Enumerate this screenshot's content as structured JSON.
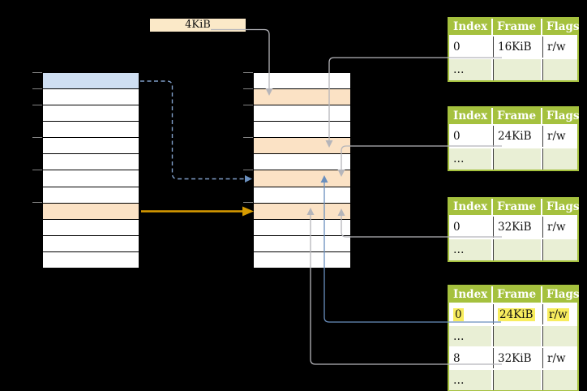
{
  "label": {
    "text": "4KiB"
  },
  "virtual_memory": {
    "rows": 12,
    "selected_page_row": 0,
    "mapped_page_row": 8,
    "tick_rows": [
      0,
      1,
      2,
      4,
      6,
      8
    ]
  },
  "physical_memory": {
    "rows": 12,
    "used_frame_rows": [
      1,
      4,
      6,
      8
    ],
    "tick_rows": [
      0,
      1,
      2,
      4,
      6,
      8
    ]
  },
  "page_tables": [
    {
      "headers": [
        "Index",
        "Frame",
        "Flags"
      ],
      "rows": [
        {
          "cells": [
            "0",
            "16KiB",
            "r/w"
          ],
          "shaded": false,
          "highlighted": false
        },
        {
          "cells": [
            "…",
            "",
            ""
          ],
          "shaded": true,
          "highlighted": false
        }
      ]
    },
    {
      "headers": [
        "Index",
        "Frame",
        "Flags"
      ],
      "rows": [
        {
          "cells": [
            "0",
            "24KiB",
            "r/w"
          ],
          "shaded": false,
          "highlighted": false
        },
        {
          "cells": [
            "…",
            "",
            ""
          ],
          "shaded": true,
          "highlighted": false
        }
      ]
    },
    {
      "headers": [
        "Index",
        "Frame",
        "Flags"
      ],
      "rows": [
        {
          "cells": [
            "0",
            "32KiB",
            "r/w"
          ],
          "shaded": false,
          "highlighted": false
        },
        {
          "cells": [
            "…",
            "",
            ""
          ],
          "shaded": true,
          "highlighted": false
        }
      ]
    },
    {
      "headers": [
        "Index",
        "Frame",
        "Flags"
      ],
      "rows": [
        {
          "cells": [
            "0",
            "24KiB",
            "r/w"
          ],
          "shaded": false,
          "highlighted": true
        },
        {
          "cells": [
            "…",
            "",
            ""
          ],
          "shaded": true,
          "highlighted": false
        },
        {
          "cells": [
            "8",
            "32KiB",
            "r/w"
          ],
          "shaded": false,
          "highlighted": false
        },
        {
          "cells": [
            "…",
            "",
            ""
          ],
          "shaded": true,
          "highlighted": false
        }
      ]
    }
  ],
  "colors": {
    "background": "#000000",
    "table-green": "#a5c13e",
    "table-green-light": "#e9efd5",
    "frame-orange": "#fbe2c5",
    "page-blue": "#cfdff2",
    "label-cream": "#fbe9c8",
    "highlight-yellow": "#f8ed5e",
    "arrow-gray": "#b5b5ba",
    "arrow-blue": "#6a8fbe",
    "arrow-blue-light": "#7f9ec8",
    "arrow-orange": "#d79b00"
  }
}
